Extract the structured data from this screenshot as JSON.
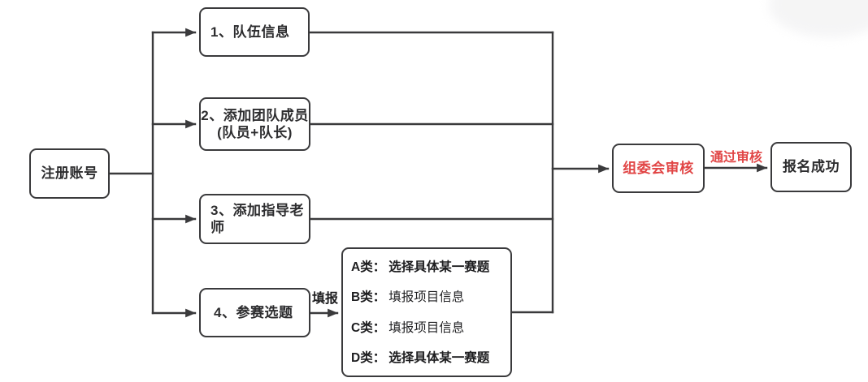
{
  "diagram": {
    "start": {
      "label": "注册账号"
    },
    "steps": [
      {
        "label": "1、队伍信息"
      },
      {
        "line1": "2、添加团队成员",
        "line2": "(队员+队长)"
      },
      {
        "label": "3、添加指导老师"
      },
      {
        "label": "4、参赛选题"
      }
    ],
    "fill_arrow_label": "填报",
    "category_box": {
      "rows": [
        {
          "prefix": "A类：",
          "text": "选择具体某一赛题"
        },
        {
          "prefix": "B类：",
          "text": "填报项目信息"
        },
        {
          "prefix": "C类：",
          "text": "填报项目信息"
        },
        {
          "prefix": "D类：",
          "text": "选择具体某一赛题"
        }
      ]
    },
    "review": {
      "label": "组委会审核"
    },
    "pass_arrow_label": "通过审核",
    "success": {
      "label": "报名成功"
    },
    "colors": {
      "line": "#3a3a3c",
      "accent_red": "#e14646",
      "text": "#2d2d2f"
    }
  }
}
